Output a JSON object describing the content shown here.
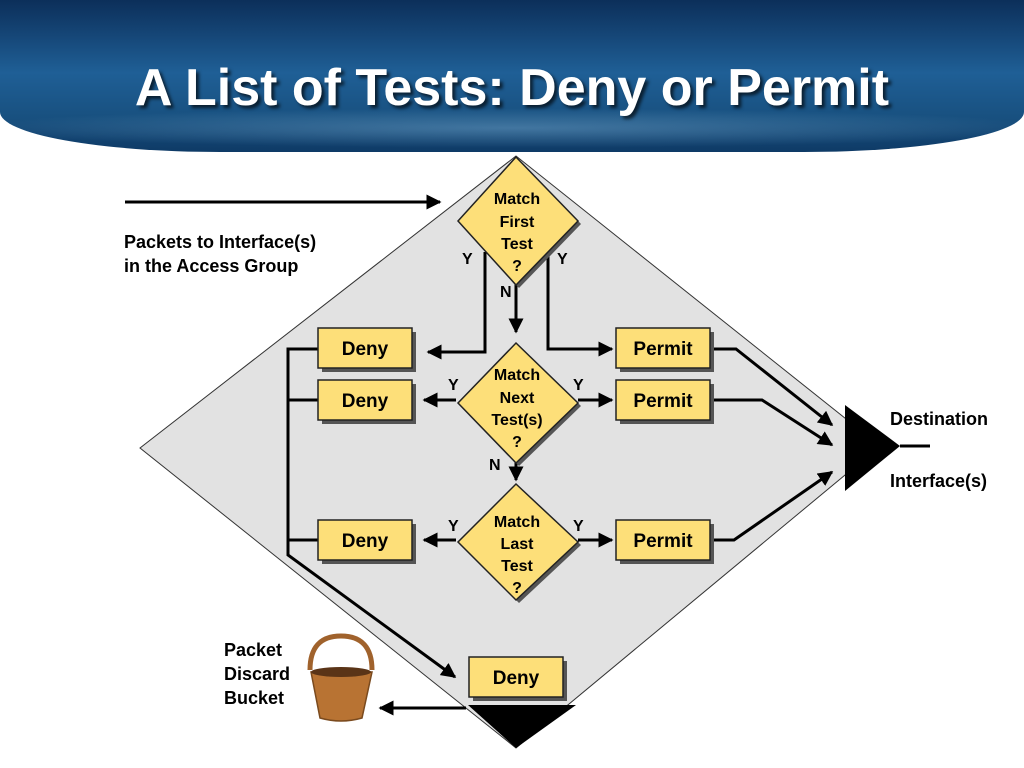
{
  "title": "A List of Tests: Deny or Permit",
  "labels": {
    "packets_line1": "Packets to Interface(s)",
    "packets_line2": "in the Access Group",
    "destination_line1": "Destination",
    "destination_line2": "Interface(s)",
    "bucket_line1": "Packet",
    "bucket_line2": "Discard",
    "bucket_line3": "Bucket"
  },
  "tests": [
    {
      "lines": [
        "Match",
        "First",
        "Test",
        "?"
      ]
    },
    {
      "lines": [
        "Match",
        "Next",
        "Test(s)",
        "?"
      ]
    },
    {
      "lines": [
        "Match",
        "Last",
        "Test",
        "?"
      ]
    }
  ],
  "branch": {
    "yes": "Y",
    "no": "N"
  },
  "actions": {
    "deny": [
      "Deny",
      "Deny",
      "Deny",
      "Deny"
    ],
    "permit": [
      "Permit",
      "Permit",
      "Permit"
    ]
  },
  "colors": {
    "header_blue": "#1f5f96",
    "box_fill": "#fddf79",
    "diagram_fill": "#e2e2e2",
    "bucket_brown": "#b87333"
  }
}
